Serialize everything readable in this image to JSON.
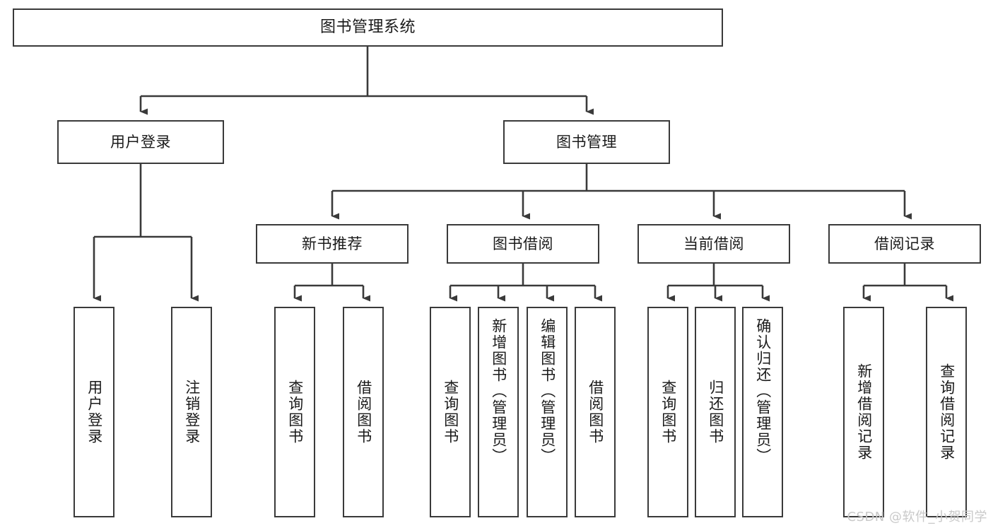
{
  "diagram": {
    "title": "图书管理系统",
    "type": "hierarchy-tree",
    "background_color": "#ffffff",
    "line_color": "#3a3a3a",
    "text_color": "#1a1a1a",
    "root": {
      "label": "图书管理系统"
    },
    "level2": [
      {
        "id": "user-login",
        "label": "用户登录"
      },
      {
        "id": "book-manage",
        "label": "图书管理"
      }
    ],
    "level3": [
      {
        "id": "new-book-rec",
        "label": "新书推荐",
        "parent": "book-manage"
      },
      {
        "id": "book-borrow",
        "label": "图书借阅",
        "parent": "book-manage"
      },
      {
        "id": "current-borrow",
        "label": "当前借阅",
        "parent": "book-manage"
      },
      {
        "id": "borrow-record",
        "label": "借阅记录",
        "parent": "book-manage"
      }
    ],
    "leaves": {
      "user-login": [
        {
          "id": "leaf-user-login",
          "label": "用户登录"
        },
        {
          "id": "leaf-user-logout",
          "label": "注销登录"
        }
      ],
      "new-book-rec": [
        {
          "id": "leaf-query-book-1",
          "label": "查询图书"
        },
        {
          "id": "leaf-borrow-book-1",
          "label": "借阅图书"
        }
      ],
      "book-borrow": [
        {
          "id": "leaf-query-book-2",
          "label": "查询图书"
        },
        {
          "id": "leaf-add-book",
          "label": "新增图书（管理员）"
        },
        {
          "id": "leaf-edit-book",
          "label": "编辑图书（管理员）"
        },
        {
          "id": "leaf-borrow-book-2",
          "label": "借阅图书"
        }
      ],
      "current-borrow": [
        {
          "id": "leaf-query-book-3",
          "label": "查询图书"
        },
        {
          "id": "leaf-return-book",
          "label": "归还图书"
        },
        {
          "id": "leaf-confirm-return",
          "label": "确认归还（管理员）"
        }
      ],
      "borrow-record": [
        {
          "id": "leaf-add-record",
          "label": "新增借阅记录"
        },
        {
          "id": "leaf-query-record",
          "label": "查询借阅记录"
        }
      ]
    }
  },
  "watermark": {
    "text": "CSDN @软件_小贺同学",
    "color": "#c9c9c9"
  }
}
